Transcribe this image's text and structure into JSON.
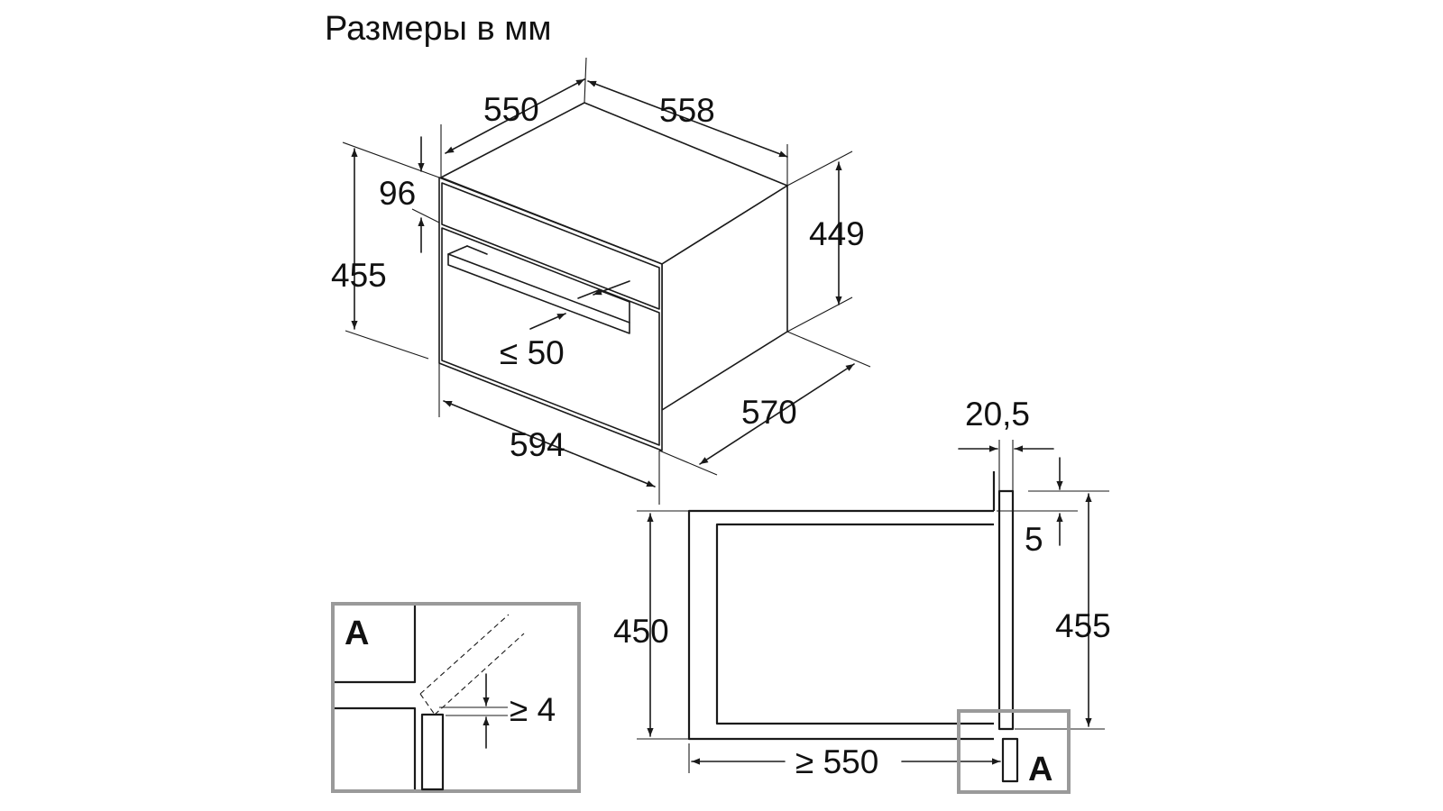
{
  "title": "Размеры в мм",
  "colors": {
    "line": "#1a1a1a",
    "text": "#111111",
    "detail_frame": "#9a9a9a",
    "background": "#ffffff"
  },
  "isometric_view": {
    "depth_top": "550",
    "width_back": "558",
    "panel_height": "96",
    "front_height": "455",
    "body_height": "449",
    "door_gap": "≤ 50",
    "width_front": "594",
    "depth_body": "570"
  },
  "section_view": {
    "panel_thickness": "20,5",
    "top_offset": "5",
    "niche_height": "450",
    "total_height": "455",
    "niche_depth": "≥ 550",
    "detail_marker": "A"
  },
  "detail_a": {
    "label": "A",
    "gap": "≥ 4"
  }
}
